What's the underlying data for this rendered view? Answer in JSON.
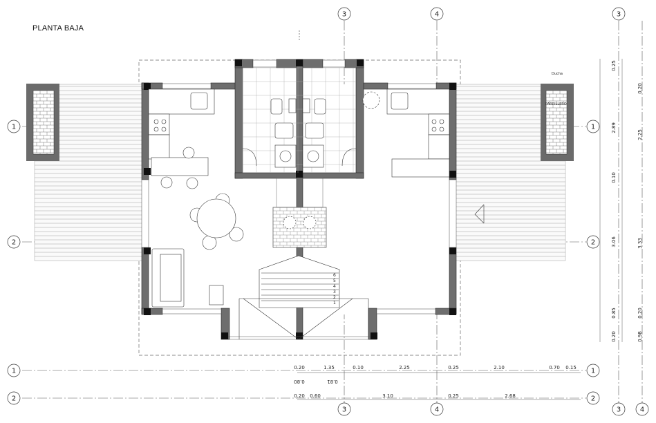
{
  "title": "PLANTA BAJA",
  "grid_bubbles": {
    "top": [
      "3",
      "4",
      "3"
    ],
    "left": [
      "1",
      "2",
      "1",
      "2"
    ],
    "right": [
      "1",
      "2",
      "1",
      "2"
    ],
    "bottom": [
      "3",
      "4",
      "3",
      "4"
    ]
  },
  "room_labels": {
    "ducha": "Ducha",
    "parrillero": "PARRILLERO"
  },
  "stairs": [
    "6",
    "5",
    "4",
    "3",
    "2",
    "1"
  ],
  "dims_bottom_row1": [
    "0.20",
    "1.35",
    "0.10",
    "2.25",
    "0.25",
    "2.10",
    "0.70",
    "0.15"
  ],
  "dims_bottom_row2": [
    "0.20",
    "0.60",
    "3.10",
    "0.25",
    "2.68"
  ],
  "dims_bottom_rotated": [
    "0.80",
    "0.81"
  ],
  "dims_right_col1": [
    "0.25",
    "2.89",
    "0.10",
    "3.06",
    "0.85",
    "0.20"
  ],
  "dims_right_col2": [
    "0.20",
    "2.25",
    "3.33",
    "0.20",
    "0.98"
  ]
}
